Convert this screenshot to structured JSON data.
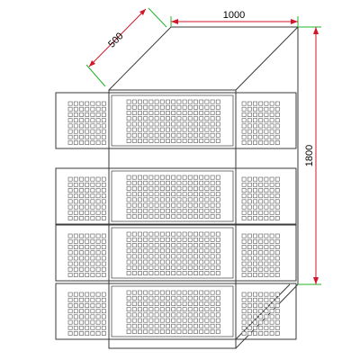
{
  "diagram": {
    "dimensions": {
      "width": "1000",
      "depth": "500",
      "height": "1800"
    },
    "colors": {
      "outline": "#3a3a3a",
      "dimension_line": "#d2162a",
      "extension_line": "#22b52a",
      "hole_fill": "#ffffff",
      "hole_stroke": "#555555"
    },
    "tiers": 4,
    "panel_hole_grid": {
      "side_columns": 7,
      "front_columns": 17,
      "rows": 8
    }
  }
}
